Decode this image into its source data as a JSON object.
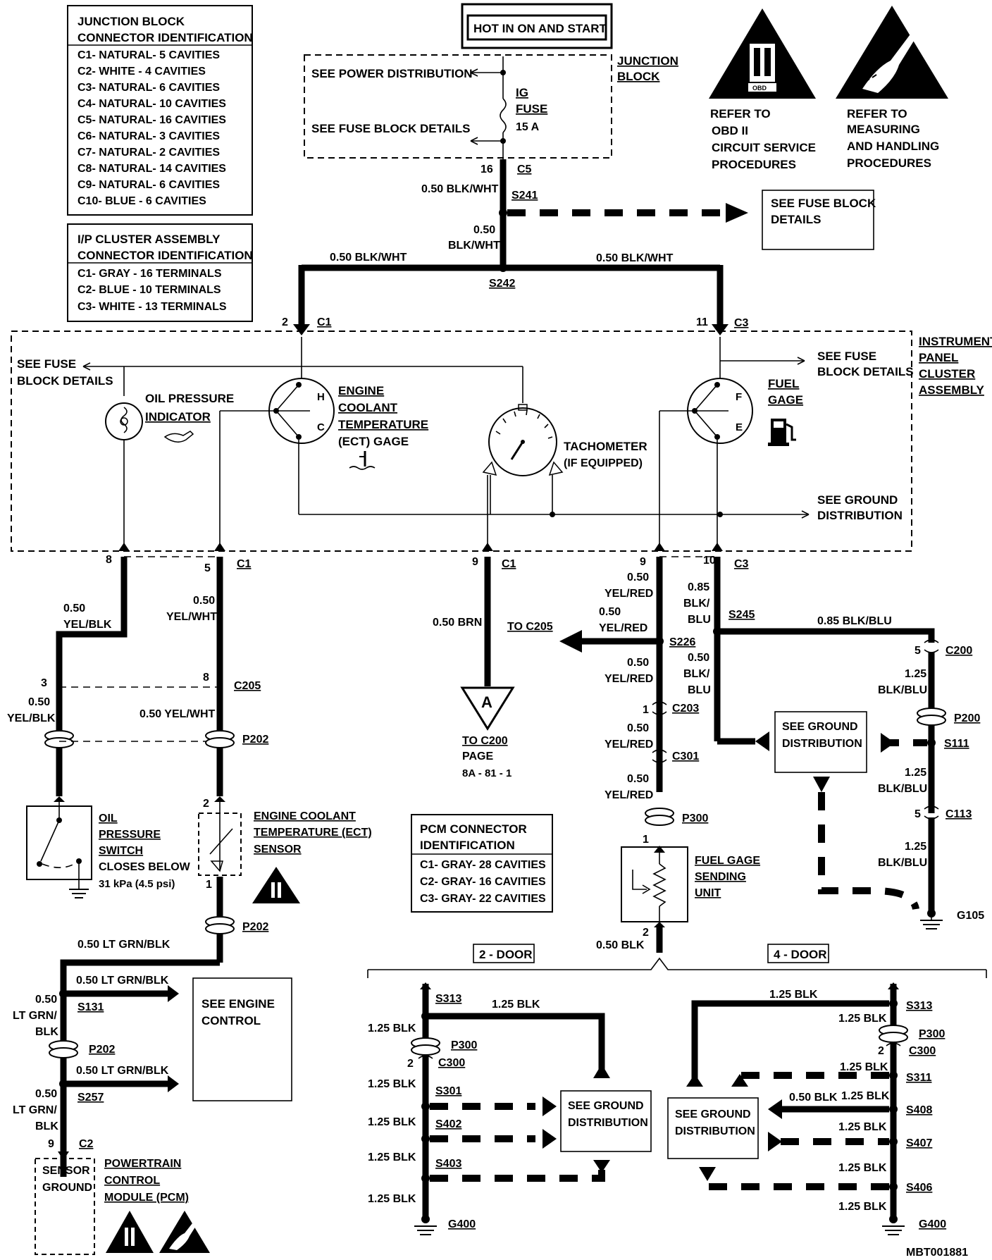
{
  "diagram": {
    "hot_box": "HOT IN ON AND START",
    "junction_block": {
      "title": [
        "JUNCTION",
        "BLOCK"
      ],
      "see_power": "SEE POWER DISTRIBUTION",
      "see_fuse_block": "SEE FUSE BLOCK DETAILS",
      "fuse_label": [
        "IG",
        "FUSE",
        "15 A"
      ],
      "pin": "16",
      "connector": "C5"
    },
    "jb_table": {
      "header": [
        "JUNCTION BLOCK",
        "CONNECTOR IDENTIFICATION"
      ],
      "rows": [
        "C1- NATURAL- 5 CAVITIES",
        "C2- WHITE - 4 CAVITIES",
        "C3- NATURAL- 6 CAVITIES",
        "C4- NATURAL- 10 CAVITIES",
        "C5- NATURAL- 16 CAVITIES",
        "C6- NATURAL- 3 CAVITIES",
        "C7- NATURAL- 2 CAVITIES",
        "C8- NATURAL- 14 CAVITIES",
        "C9- NATURAL- 6 CAVITIES",
        "C10- BLUE - 6 CAVITIES"
      ]
    },
    "ip_table": {
      "header": [
        "I/P CLUSTER ASSEMBLY",
        "CONNECTOR IDENTIFICATION"
      ],
      "rows": [
        "C1- GRAY - 16 TERMINALS",
        "C2- BLUE - 10 TERMINALS",
        "C3- WHITE - 13 TERMINALS"
      ]
    },
    "obd": {
      "logo_text": "OBD",
      "refer": [
        "REFER TO",
        "OBD II",
        "CIRCUIT SERVICE",
        "PROCEDURES"
      ]
    },
    "esd": {
      "refer": [
        "REFER TO",
        "MEASURING",
        "AND HANDLING",
        "PROCEDURES"
      ]
    },
    "s241": "S241",
    "s242": "S242",
    "wire_blk_wht": "0.50 BLK/WHT",
    "wire_050": "0.50",
    "wire_blkwht": "BLK/WHT",
    "see_fuse_block_details": [
      "SEE FUSE BLOCK",
      "DETAILS"
    ],
    "cluster": {
      "title": [
        "INSTRUMENT",
        "PANEL",
        "CLUSTER",
        "ASSEMBLY"
      ],
      "see_fuse_left": [
        "SEE FUSE",
        "BLOCK DETAILS"
      ],
      "see_fuse_right": [
        "SEE FUSE",
        "BLOCK DETAILS"
      ],
      "oil_pressure": [
        "OIL PRESSURE",
        "INDICATOR"
      ],
      "ect_gage": [
        "ENGINE",
        "COOLANT",
        "TEMPERATURE",
        "(ECT) GAGE"
      ],
      "tach": [
        "TACHOMETER",
        "(IF EQUIPPED)"
      ],
      "fuel_gage": [
        "FUEL",
        "GAGE"
      ],
      "see_ground": [
        "SEE GROUND",
        "DISTRIBUTION"
      ],
      "pin_c1_2": "2",
      "conn_c1": "C1",
      "pin_c3_11": "11",
      "conn_c3": "C3",
      "gage_h": "H",
      "gage_c": "C",
      "gage_f": "F",
      "gage_e": "E"
    },
    "bottom_pins": {
      "p8": "8",
      "p5": "5",
      "c1": "C1",
      "p9": "9",
      "p9b": "9",
      "p10": "10",
      "c3": "C3"
    },
    "oil_circuit": {
      "w1": [
        "0.50",
        "YEL/BLK"
      ],
      "pin3": "3",
      "w2": [
        "0.50",
        "YEL/BLK"
      ],
      "switch": [
        "OIL",
        "PRESSURE",
        "SWITCH",
        "CLOSES BELOW",
        "31 kPa (4.5 psi)"
      ]
    },
    "ect_circuit": {
      "w1": [
        "0.50",
        "YEL/WHT"
      ],
      "pin8": "8",
      "c205": "C205",
      "w2": "0.50 YEL/WHT",
      "p202": "P202",
      "pin2": "2",
      "pin1": "1",
      "sensor": [
        "ENGINE COOLANT",
        "TEMPERATURE (ECT)",
        "SENSOR"
      ],
      "p202b": "P202",
      "w3": "0.50 LT GRN/BLK",
      "w4": "0.50 LT GRN/BLK",
      "w5": [
        "0.50",
        "LT GRN/",
        "BLK"
      ],
      "s131": "S131",
      "p202c": "P202",
      "w6": "0.50 LT GRN/BLK",
      "w7": [
        "0.50",
        "LT GRN/",
        "BLK"
      ],
      "s257": "S257",
      "pin9": "9",
      "c2": "C2",
      "see_engine": [
        "SEE ENGINE",
        "CONTROL"
      ],
      "sensor_ground": [
        "SENSOR",
        "GROUND"
      ],
      "pcm": [
        "POWERTRAIN",
        "CONTROL",
        "MODULE (PCM)"
      ]
    },
    "tach_circuit": {
      "wire": "0.50 BRN",
      "ref_letter": "A",
      "ref": [
        "TO C200",
        "PAGE",
        "8A - 81 - 1"
      ]
    },
    "fuel_circuit": {
      "w1": [
        "0.50",
        "YEL/RED"
      ],
      "w2": [
        "0.50",
        "YEL/RED"
      ],
      "to_c205": "TO C205",
      "s226": "S226",
      "w3": [
        "0.50",
        "YEL/RED"
      ],
      "pin1": "1",
      "c203": "C203",
      "w4": [
        "0.50",
        "YEL/RED"
      ],
      "c301": "C301",
      "w5": [
        "0.50",
        "YEL/RED"
      ],
      "p300": "P300",
      "pin1b": "1",
      "sender": [
        "FUEL GAGE",
        "SENDING",
        "UNIT"
      ],
      "pin2": "2",
      "w6": "0.50 BLK"
    },
    "ground_circuit": {
      "w1": [
        "0.85",
        "BLK/",
        "BLU"
      ],
      "s245": "S245",
      "w2": "0.85 BLK/BLU",
      "w3": [
        "0.50",
        "BLK/",
        "BLU"
      ],
      "pin5": "5",
      "c200": "C200",
      "w4": [
        "1.25",
        "BLK/BLU"
      ],
      "p200": "P200",
      "s111": "S111",
      "w5": [
        "1.25",
        "BLK/BLU"
      ],
      "pin5b": "5",
      "c113": "C113",
      "w6": [
        "1.25",
        "BLK/BLU"
      ],
      "g105": "G105",
      "see_ground": [
        "SEE GROUND",
        "DISTRIBUTION"
      ]
    },
    "pcm_table": {
      "header": [
        "PCM CONNECTOR",
        "IDENTIFICATION"
      ],
      "rows": [
        "C1- GRAY- 28 CAVITIES",
        "C2- GRAY- 16 CAVITIES",
        "C3- GRAY- 22 CAVITIES"
      ]
    },
    "two_door": {
      "label": "2 - DOOR",
      "s313": "S313",
      "w_top": "1.25 BLK",
      "w1": "1.25 BLK",
      "p300": "P300",
      "pin2": "2",
      "c300": "C300",
      "w2": "1.25 BLK",
      "s301": "S301",
      "w3": "1.25 BLK",
      "s402": "S402",
      "w4": "1.25 BLK",
      "s403": "S403",
      "w5": "1.25 BLK",
      "g400": "G400",
      "see_ground": [
        "SEE GROUND",
        "DISTRIBUTION"
      ]
    },
    "four_door": {
      "label": "4 - DOOR",
      "w_top": "1.25 BLK",
      "s313": "S313",
      "w1": "1.25 BLK",
      "p300": "P300",
      "pin2": "2",
      "c300": "C300",
      "w2": "1.25 BLK",
      "s311": "S311",
      "w_050": "0.50 BLK",
      "w3": "1.25 BLK",
      "s408": "S408",
      "w4": "1.25 BLK",
      "s407": "S407",
      "w5": "1.25 BLK",
      "s406": "S406",
      "w6": "1.25 BLK",
      "g400": "G400",
      "see_ground": [
        "SEE GROUND",
        "DISTRIBUTION"
      ]
    },
    "code": "MBT001881"
  }
}
